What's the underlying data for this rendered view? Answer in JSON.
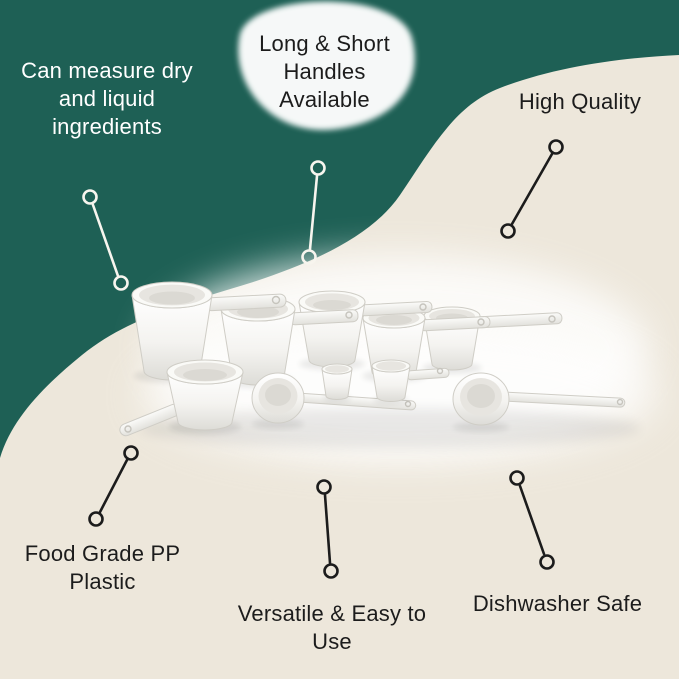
{
  "colors": {
    "teal": "#1E6055",
    "cream": "#EDE7DB",
    "ink": "#1C1C1C",
    "light": "#FFFFFF",
    "connector-light": "#F7F5EE",
    "connector-dark": "#1C1C1C"
  },
  "icons": {
    "callout_connector": "line-with-dot-ends"
  },
  "callouts": {
    "measure": {
      "lines": [
        "Can measure dry",
        "and liquid",
        "ingredients"
      ]
    },
    "handles": {
      "lines": [
        "Long & Short",
        "Handles",
        "Available"
      ]
    },
    "quality": {
      "lines": [
        "High Quality"
      ]
    },
    "food_grade": {
      "lines": [
        "Food Grade PP",
        "Plastic"
      ]
    },
    "versatile": {
      "lines": [
        "Versatile & Easy to",
        "Use"
      ]
    },
    "dishwasher": {
      "lines": [
        "Dishwasher Safe"
      ]
    }
  }
}
